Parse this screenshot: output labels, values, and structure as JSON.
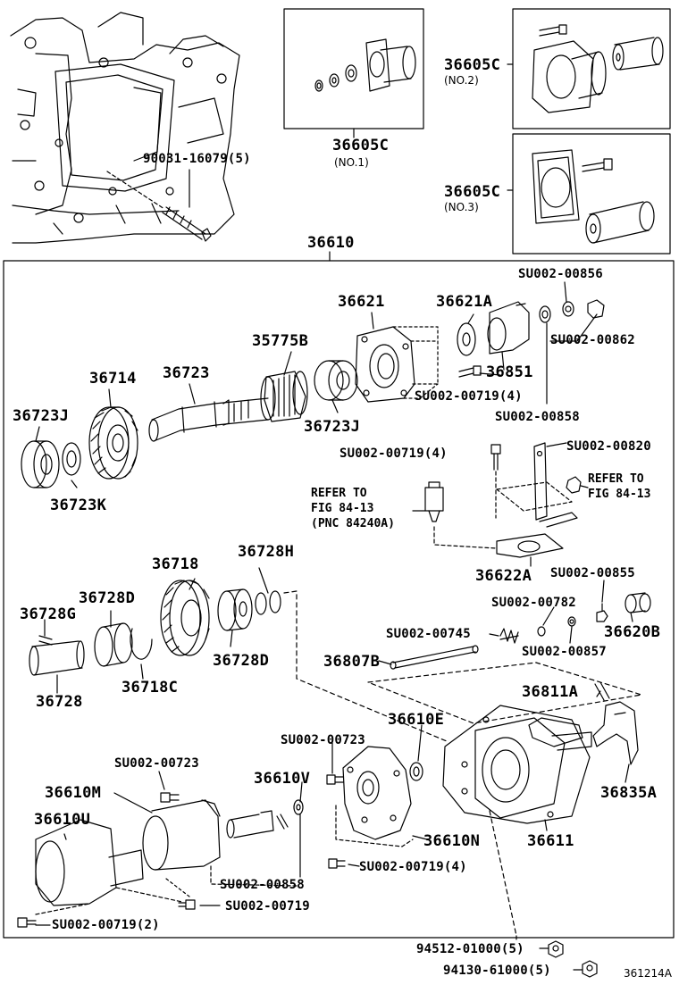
{
  "figure_id": "361214A",
  "assembly": "36610",
  "insets": {
    "no1": {
      "part": "36605C",
      "variant": "(NO.1)"
    },
    "no2": {
      "part": "36605C",
      "variant": "(NO.2)"
    },
    "no3": {
      "part": "36605C",
      "variant": "(NO.3)"
    }
  },
  "labels": {
    "stud": "90031-16079(5)",
    "p36621": "36621",
    "p36621A": "36621A",
    "su856": "SU002-00856",
    "su862": "SU002-00862",
    "p35775B": "35775B",
    "p36851": "36851",
    "su719_4a": "SU002-00719(4)",
    "su858a": "SU002-00858",
    "p36714": "36714",
    "p36723": "36723",
    "p36723J_a": "36723J",
    "p36723J_b": "36723J",
    "p36723K": "36723K",
    "su719_4b": "SU002-00719(4)",
    "su820": "SU002-00820",
    "p36622A": "36622A",
    "su855": "SU002-00855",
    "p36718": "36718",
    "p36728H": "36728H",
    "p36728D_a": "36728D",
    "p36728G": "36728G",
    "p36728D_b": "36728D",
    "p36718C": "36718C",
    "p36728": "36728",
    "su782": "SU002-00782",
    "p36620B": "36620B",
    "su745": "SU002-00745",
    "su857": "SU002-00857",
    "p36807B": "36807B",
    "p36811A": "36811A",
    "p36610E": "36610E",
    "su723a": "SU002-00723",
    "su723b": "SU002-00723",
    "p36610M": "36610M",
    "p36610V": "36610V",
    "p36835A": "36835A",
    "p36610U": "36610U",
    "p36610N": "36610N",
    "p36611": "36611",
    "su719_4c": "SU002-00719(4)",
    "su858b": "SU002-00858",
    "su719": "SU002-00719",
    "su719_2": "SU002-00719(2)",
    "nut": "94512-01000(5)",
    "washer": "94130-61000(5)"
  },
  "refer_right": "REFER TO\nFIG 84-13",
  "refer_left": "REFER TO\nFIG 84-13\n(PNC 84240A)"
}
